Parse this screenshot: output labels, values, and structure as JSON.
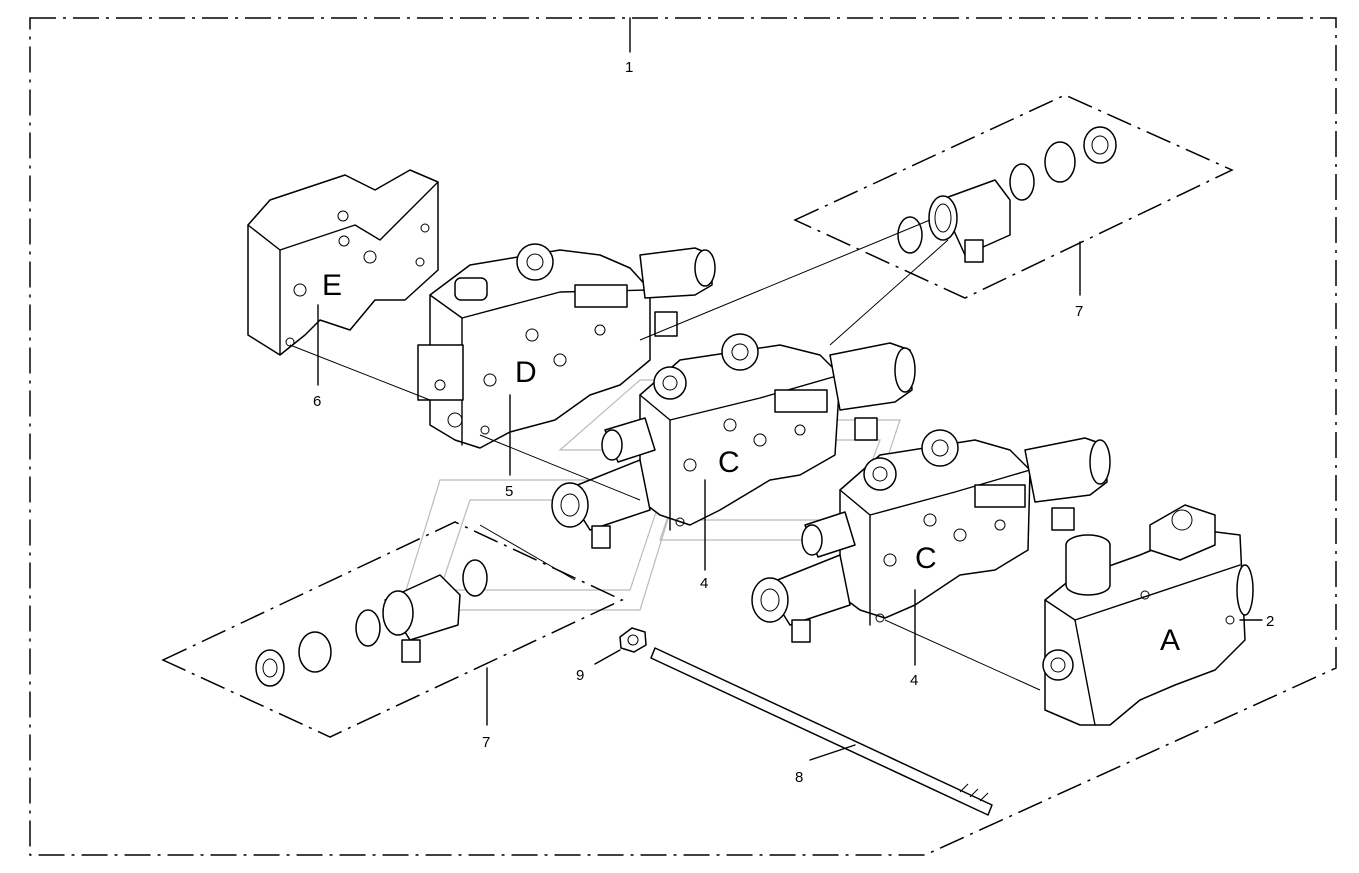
{
  "diagram": {
    "callouts": {
      "c1": "1",
      "c2": "2",
      "c4a": "4",
      "c4b": "4",
      "c5": "5",
      "c6": "6",
      "c7a": "7",
      "c7b": "7",
      "c8": "8",
      "c9": "9"
    },
    "section_letters": {
      "end_plate": "E",
      "section_d": "D",
      "section_c1": "C",
      "section_c2": "C",
      "inlet": "A"
    }
  }
}
